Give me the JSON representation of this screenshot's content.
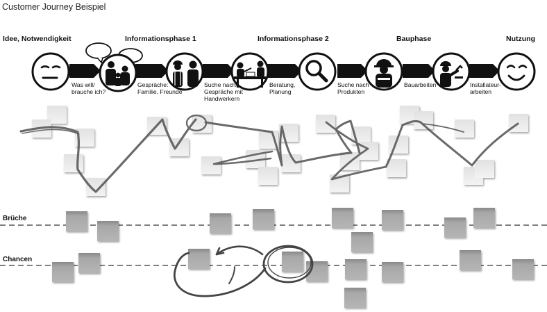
{
  "title": "Customer Journey Beispiel",
  "phases": [
    "Idee, Notwendigkeit",
    "Informationsphase 1",
    "Informationsphase 2",
    "Bauphase",
    "Nutzung"
  ],
  "step_captions": [
    [
      "Was will/",
      "brauche ich?"
    ],
    [
      "Gespräche:",
      "Familie, Freunde"
    ],
    [
      "Suche nach/",
      "Gespräche mit",
      "Handwerkern"
    ],
    [
      "Beratung,",
      "Planung"
    ],
    [
      "Suche nach",
      "Produkten"
    ],
    [
      "Bauarbeiten"
    ],
    [
      "Installateur-",
      "arbeiten"
    ]
  ],
  "rows": {
    "brueche": "Brüche",
    "chancen": "Chancen"
  },
  "icons": [
    "neutral-face-icon",
    "people-talking-icon",
    "craftsmen-icon",
    "consultation-desk-icon",
    "magnifier-icon",
    "construction-worker-icon",
    "plumber-icon",
    "smiley-icon"
  ],
  "colors": {
    "arrow": "#111111",
    "light_note": "#ececec",
    "dark_note": "#9c9c9c",
    "chalk": "#555555"
  }
}
